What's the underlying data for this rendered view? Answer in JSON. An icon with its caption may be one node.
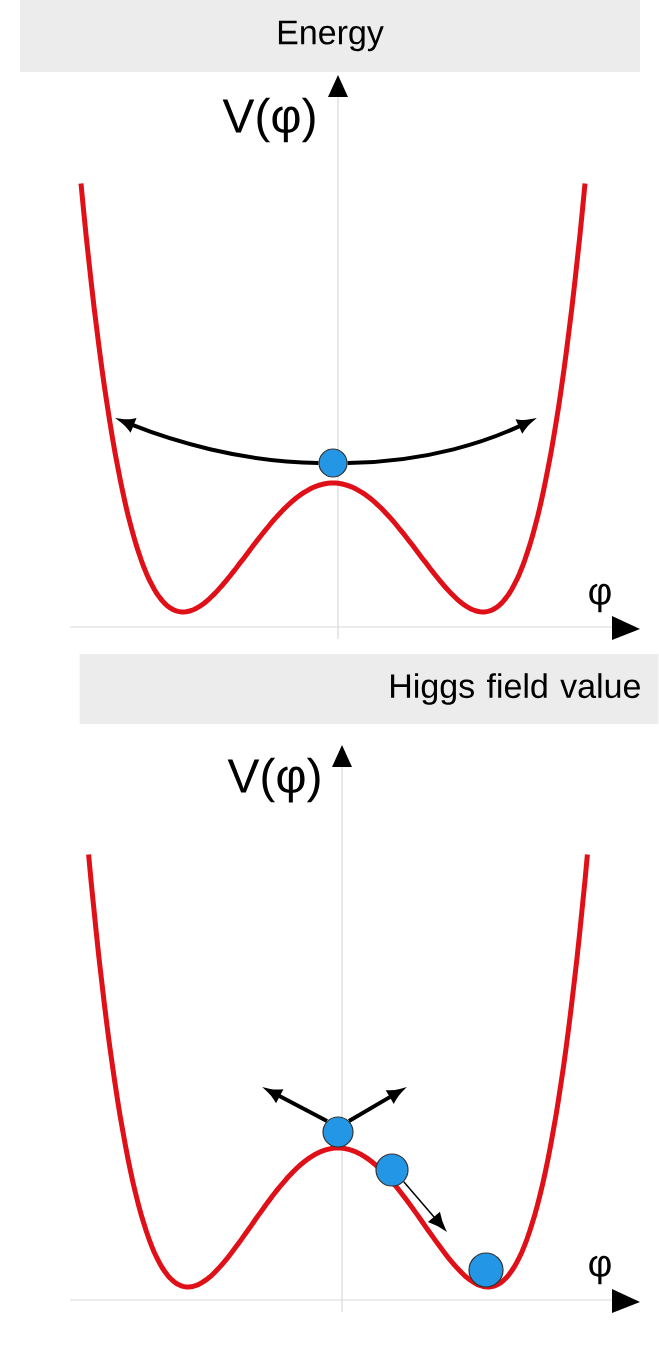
{
  "diagram": {
    "nodes": [
      {
        "text": [
          "Energy"
        ]
      },
      {
        "text": [
          "Higgs field value"
        ]
      },
      {
        "text": [],
        "shape": "circle"
      },
      {
        "text": [],
        "shape": "circle"
      },
      {
        "text": [],
        "shape": "circle"
      },
      {
        "text": [],
        "shape": "circle"
      }
    ],
    "edges": [
      {
        "from": 2,
        "to": null,
        "arrow": "to"
      },
      {
        "from": 2,
        "to": null,
        "arrow": "to"
      },
      {
        "from": 3,
        "to": null,
        "arrow": "to"
      },
      {
        "from": 3,
        "to": null,
        "arrow": "to"
      },
      {
        "from": 4,
        "to": null,
        "arrow": "to"
      }
    ],
    "labels": [
      "V(φ)",
      "φ",
      "V(φ)",
      "φ"
    ]
  }
}
